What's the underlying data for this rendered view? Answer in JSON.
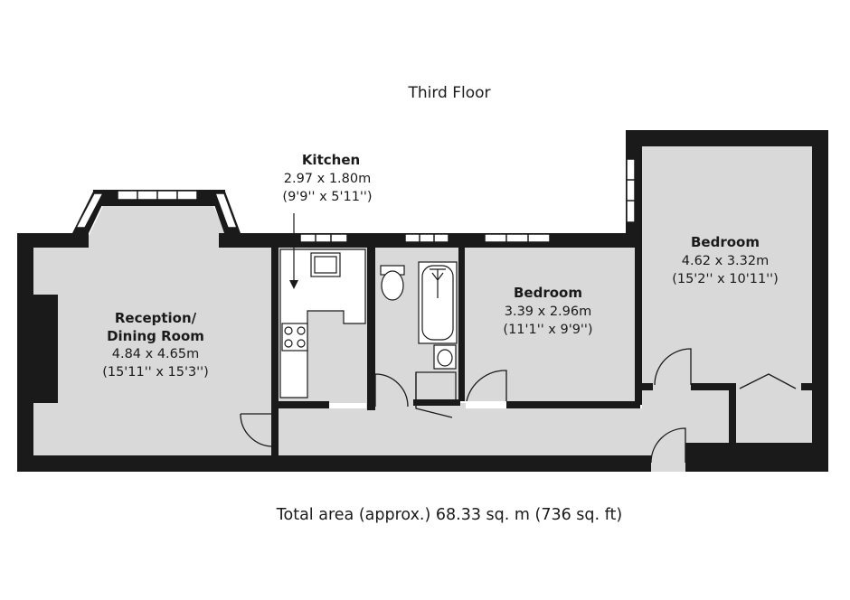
{
  "floor_title": "Third Floor",
  "rooms": [
    {
      "id": "reception",
      "name_lines": [
        "Reception/",
        "Dining Room"
      ],
      "metric": "4.84 x 4.65m",
      "imperial": "(15'11'' x 15'3'')"
    },
    {
      "id": "kitchen",
      "name_lines": [
        "Kitchen"
      ],
      "metric": "2.97 x 1.80m",
      "imperial": "(9'9'' x 5'11'')"
    },
    {
      "id": "bedroom-middle",
      "name_lines": [
        "Bedroom"
      ],
      "metric": "3.39 x 2.96m",
      "imperial": "(11'1'' x 9'9'')"
    },
    {
      "id": "bedroom-right",
      "name_lines": [
        "Bedroom"
      ],
      "metric": "4.62 x 3.32m",
      "imperial": "(15'2'' x 10'11'')"
    }
  ],
  "total_area": "Total area (approx.) 68.33 sq. m (736 sq. ft)",
  "colors": {
    "wall": "#1a1a1a",
    "floor": "#d9d9d9",
    "fixture": "#ffffff",
    "background": "#ffffff"
  }
}
